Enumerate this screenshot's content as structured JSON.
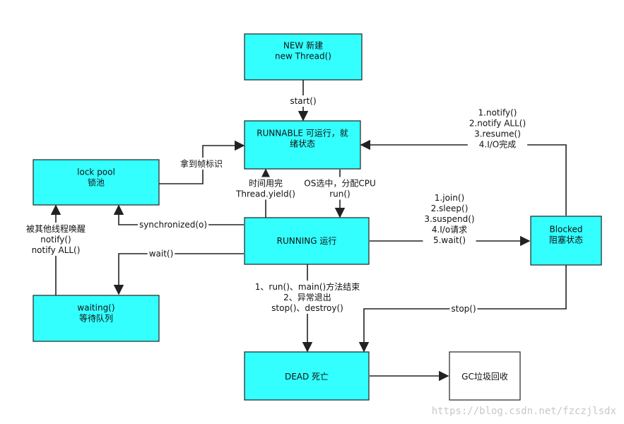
{
  "colors": {
    "state_fill": "#33ffff",
    "plain_fill": "#ffffff",
    "stroke": "#222222",
    "watermark": "#c8c8c8"
  },
  "nodes": {
    "new": [
      "NEW 新建",
      "new Thread()"
    ],
    "runnable": [
      "RUNNABLE 可运行，就",
      "绪状态"
    ],
    "lock_pool": [
      "lock pool",
      "锁池"
    ],
    "running": [
      "RUNNING  运行"
    ],
    "blocked": [
      "Blocked",
      "阻塞状态"
    ],
    "waiting": [
      "waiting()",
      "等待队列"
    ],
    "dead": [
      "DEAD 死亡"
    ],
    "gc": [
      "GC垃圾回收"
    ]
  },
  "edges": {
    "start": [
      "start()"
    ],
    "lock_to_runnable": [
      "拿到帧标识"
    ],
    "blocked_to_runnable": [
      "1.notify()",
      "2.notify ALL()",
      "3.resume()",
      "4.I/O完成"
    ],
    "running_to_runnable": [
      "时间用完",
      "Thread.yield()"
    ],
    "runnable_to_running": [
      "OS选中，分配CPU",
      "run()"
    ],
    "running_to_lock": [
      "synchronized(o)"
    ],
    "running_to_blocked": [
      "1.join()",
      "2.sleep()",
      "3.suspend()",
      "4.I/o请求",
      "5.wait()"
    ],
    "waiting_to_lock": [
      "被其他线程唤醒",
      "notify()",
      "notify ALL()"
    ],
    "running_to_waiting": [
      "wait()"
    ],
    "running_to_dead": [
      "1、run()、main()方法结束",
      "2、异常退出",
      "stop()、destroy()"
    ],
    "blocked_to_dead": [
      "stop()"
    ]
  },
  "watermark": "https://blog.csdn.net/fzczjlsdx"
}
